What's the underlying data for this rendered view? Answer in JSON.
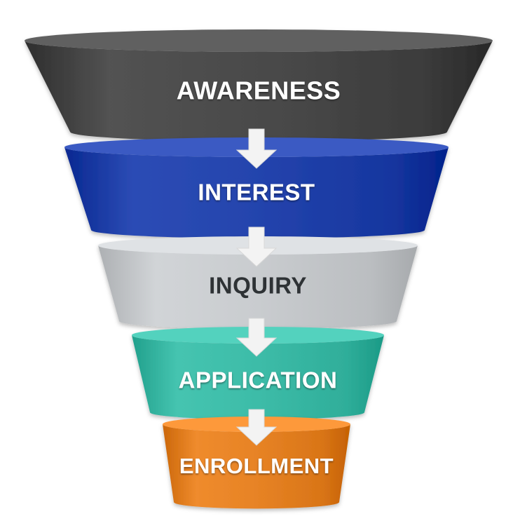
{
  "diagram": {
    "type": "funnel",
    "stages": [
      {
        "label": "AWARENESS",
        "color": "#4a4a4a",
        "text_color": "#ffffff"
      },
      {
        "label": "INTEREST",
        "color": "#2444ad",
        "text_color": "#ffffff"
      },
      {
        "label": "INQUIRY",
        "color": "#c9cccf",
        "text_color": "#2f3336"
      },
      {
        "label": "APPLICATION",
        "color": "#3dbca8",
        "text_color": "#ffffff"
      },
      {
        "label": "ENROLLMENT",
        "color": "#e78325",
        "text_color": "#ffffff"
      }
    ],
    "arrow_color": "#f3f3f3"
  }
}
